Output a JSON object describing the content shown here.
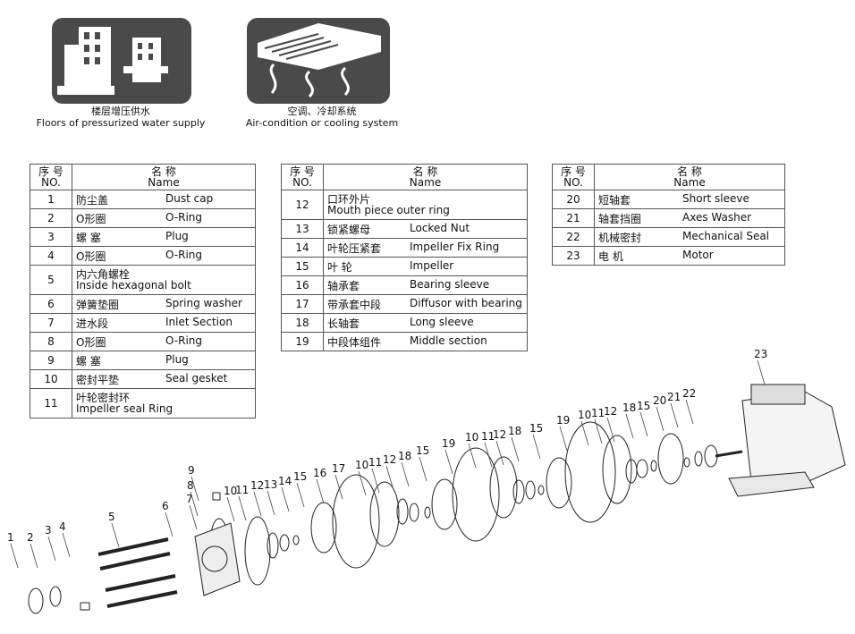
{
  "captions": {
    "left": {
      "zh": "楼层增压供水",
      "en": "Floors of pressurized water supply"
    },
    "right": {
      "zh": "空调、冷却系统",
      "en": "Air-condition or cooling system"
    }
  },
  "table_header": {
    "no_zh": "序 号",
    "no_en": "NO.",
    "name_zh": "名 称",
    "name_en": "Name"
  },
  "table1": [
    {
      "no": "1",
      "zh": "防尘盖",
      "en": "Dust cap"
    },
    {
      "no": "2",
      "zh": "O形圈",
      "en": "O-Ring"
    },
    {
      "no": "3",
      "zh": "螺 塞",
      "en": "Plug"
    },
    {
      "no": "4",
      "zh": "O形圈",
      "en": "O-Ring"
    },
    {
      "no": "5",
      "zh": "内六角螺栓",
      "en": "Inside hexagonal bolt",
      "stack": true
    },
    {
      "no": "6",
      "zh": "弹簧垫圈",
      "en": "Spring washer"
    },
    {
      "no": "7",
      "zh": "进水段",
      "en": "Inlet Section"
    },
    {
      "no": "8",
      "zh": "O形圈",
      "en": "O-Ring"
    },
    {
      "no": "9",
      "zh": "螺 塞",
      "en": "Plug"
    },
    {
      "no": "10",
      "zh": "密封平垫",
      "en": "Seal gesket"
    },
    {
      "no": "11",
      "zh": "叶轮密封环",
      "en": "Impeller seal Ring",
      "stack": true
    }
  ],
  "table2": [
    {
      "no": "12",
      "zh": "口环外片",
      "en": "Mouth piece outer ring",
      "stack": true
    },
    {
      "no": "13",
      "zh": "锁紧螺母",
      "en": "Locked Nut"
    },
    {
      "no": "14",
      "zh": "叶轮压紧套",
      "en": "Impeller Fix Ring"
    },
    {
      "no": "15",
      "zh": "叶 轮",
      "en": "Impeller"
    },
    {
      "no": "16",
      "zh": "轴承套",
      "en": "Bearing sleeve"
    },
    {
      "no": "17",
      "zh": "带承套中段",
      "en": "Diffusor with bearing"
    },
    {
      "no": "18",
      "zh": "长轴套",
      "en": "Long sleeve"
    },
    {
      "no": "19",
      "zh": "中段体组件",
      "en": "Middle section"
    }
  ],
  "table3": [
    {
      "no": "20",
      "zh": "短轴套",
      "en": "Short sleeve"
    },
    {
      "no": "21",
      "zh": "轴套挡圈",
      "en": "Axes Washer"
    },
    {
      "no": "22",
      "zh": "机械密封",
      "en": "Mechanical Seal"
    },
    {
      "no": "23",
      "zh": "电 机",
      "en": "Motor"
    }
  ],
  "callouts": [
    "1",
    "2",
    "3",
    "4",
    "5",
    "6",
    "7",
    "8",
    "9",
    "10",
    "11",
    "12",
    "13",
    "14",
    "15",
    "16",
    "17",
    "10",
    "11",
    "12",
    "18",
    "15",
    "19",
    "10",
    "11",
    "12",
    "18",
    "15",
    "19",
    "10",
    "11",
    "12",
    "18",
    "15",
    "20",
    "21",
    "22",
    "23"
  ]
}
